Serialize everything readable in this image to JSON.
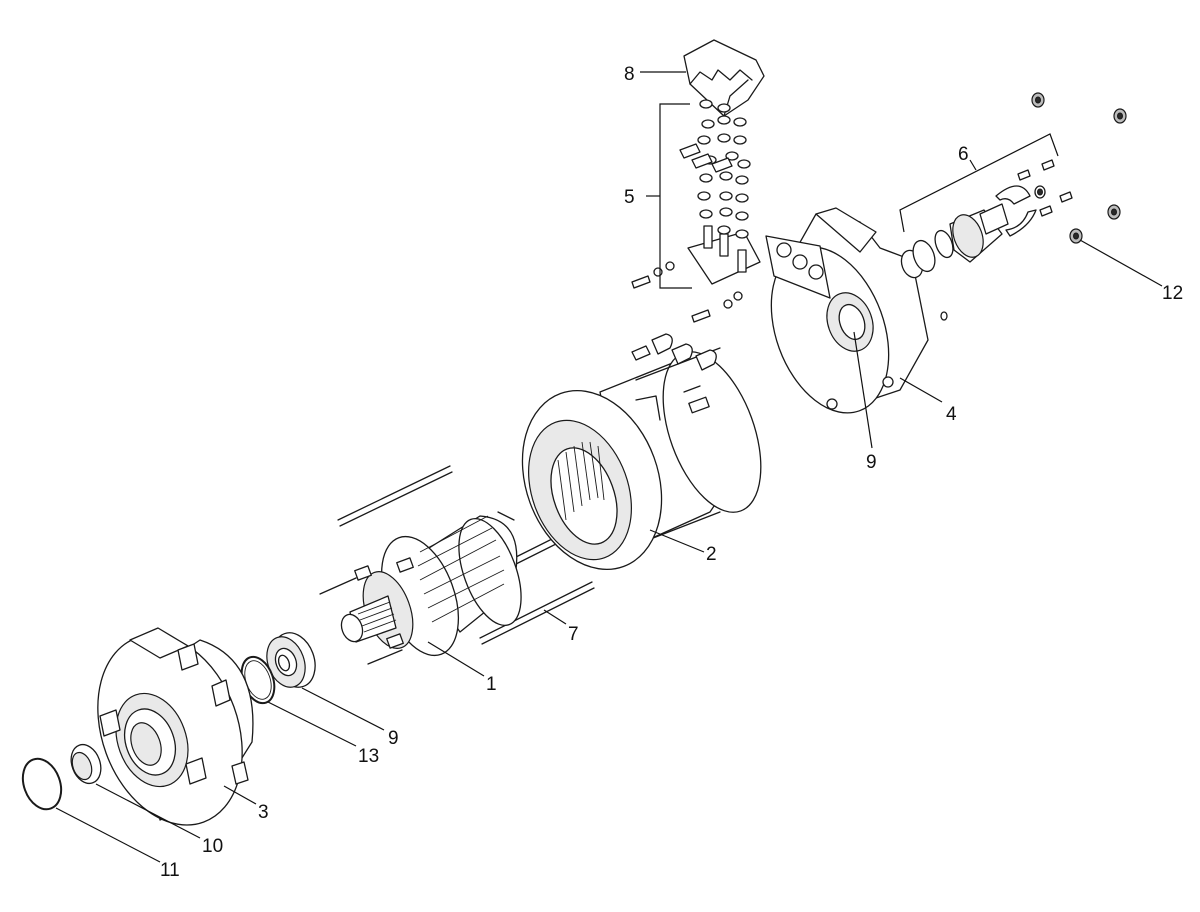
{
  "callouts": [
    {
      "id": "rotor",
      "label": "1"
    },
    {
      "id": "stator",
      "label": "2"
    },
    {
      "id": "front-shield",
      "label": "3"
    },
    {
      "id": "rear-shield",
      "label": "4"
    },
    {
      "id": "terminal-kit",
      "label": "5"
    },
    {
      "id": "brush-kit",
      "label": "6"
    },
    {
      "id": "tie-rod",
      "label": "7"
    },
    {
      "id": "terminal-cover",
      "label": "8"
    },
    {
      "id": "rear-bearing",
      "label": "9"
    },
    {
      "id": "front-bearing",
      "label": "9"
    },
    {
      "id": "seal",
      "label": "10"
    },
    {
      "id": "snap-ring",
      "label": "11"
    },
    {
      "id": "nut",
      "label": "12"
    },
    {
      "id": "o-ring",
      "label": "13"
    }
  ]
}
